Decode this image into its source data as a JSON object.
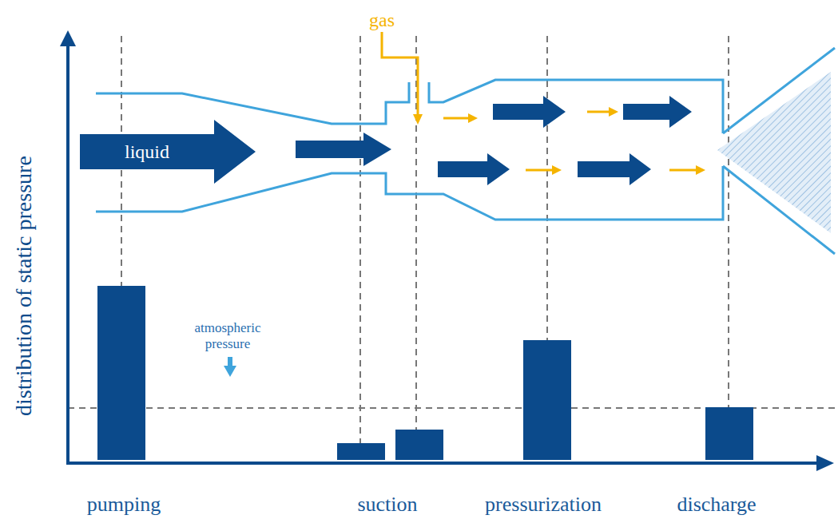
{
  "diagram": {
    "nodes": [
      {
        "text": [
          "liquid"
        ]
      }
    ],
    "labels": [
      "gas",
      "distribution of static pressure",
      "atmospheric pressure",
      "pumping",
      "suction",
      "pressurization",
      "discharge"
    ]
  }
}
